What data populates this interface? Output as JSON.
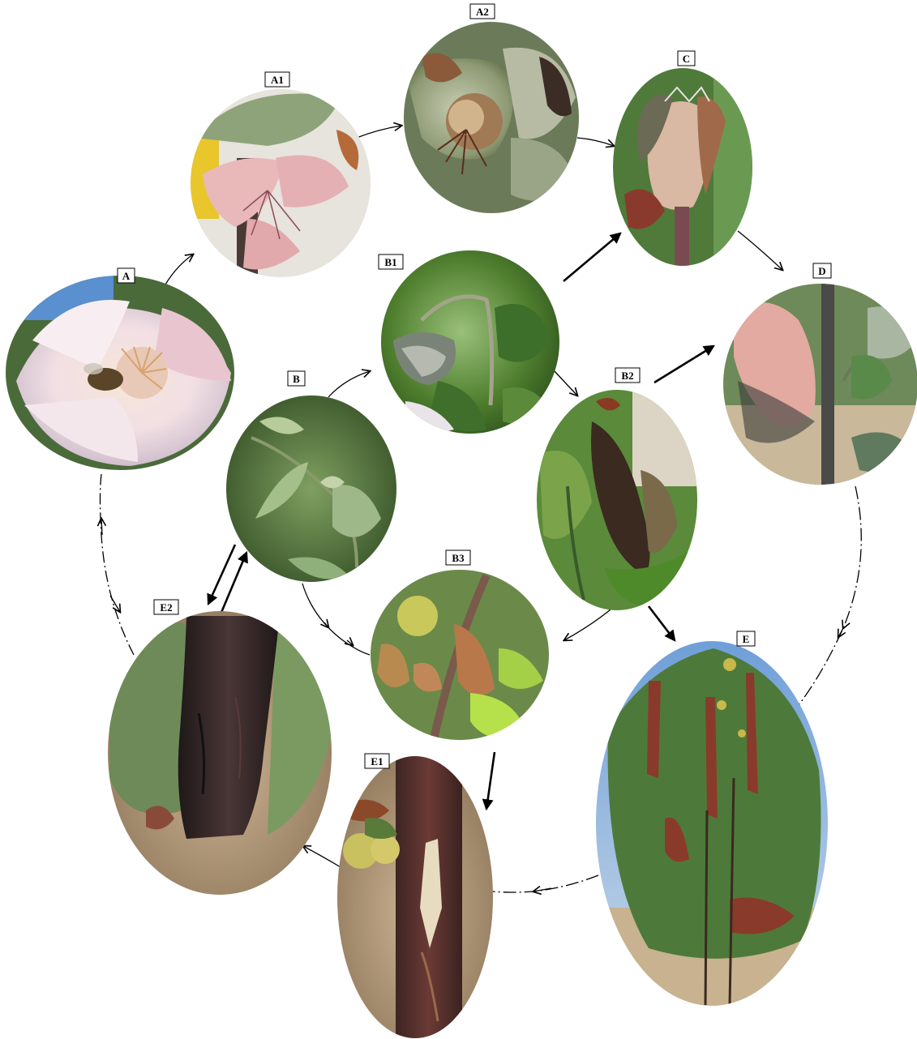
{
  "nodes": [
    {
      "id": "A",
      "label": "A",
      "scene": "flower-icon"
    },
    {
      "id": "A1",
      "label": "A1",
      "scene": "infected-flower-icon"
    },
    {
      "id": "A2",
      "label": "A2",
      "scene": "blighted-blossom-icon"
    },
    {
      "id": "C",
      "label": "C",
      "scene": "mummified-fruitlet-icon"
    },
    {
      "id": "D",
      "label": "D",
      "scene": "finger-on-twig-icon"
    },
    {
      "id": "B",
      "label": "B",
      "scene": "young-shoot-icon"
    },
    {
      "id": "B1",
      "label": "B1",
      "scene": "wilted-shoot-icon"
    },
    {
      "id": "B2",
      "label": "B2",
      "scene": "blackened-leaf-icon"
    },
    {
      "id": "B3",
      "label": "B3",
      "scene": "dead-leaves-branch-icon"
    },
    {
      "id": "E",
      "label": "E",
      "scene": "tree-with-blight-icon"
    },
    {
      "id": "E1",
      "label": "E1",
      "scene": "cankered-trunk-icon"
    },
    {
      "id": "E2",
      "label": "E2",
      "scene": "dark-trunk-base-icon"
    }
  ],
  "edges": [
    {
      "from": "A",
      "to": "A1",
      "style": "thin"
    },
    {
      "from": "A1",
      "to": "A2",
      "style": "thin"
    },
    {
      "from": "A2",
      "to": "C",
      "style": "thin"
    },
    {
      "from": "C",
      "to": "D",
      "style": "thin"
    },
    {
      "from": "D",
      "to": "E",
      "style": "dashed"
    },
    {
      "from": "E",
      "to": "E1",
      "style": "dashed"
    },
    {
      "from": "E1",
      "to": "E2",
      "style": "thin"
    },
    {
      "from": "E2",
      "to": "A",
      "style": "dashed-bidirectional"
    },
    {
      "from": "B",
      "to": "B1",
      "style": "thin"
    },
    {
      "from": "B1",
      "to": "B2",
      "style": "thin"
    },
    {
      "from": "B1",
      "to": "C",
      "style": "bold"
    },
    {
      "from": "B2",
      "to": "D",
      "style": "bold"
    },
    {
      "from": "B2",
      "to": "B3",
      "style": "thin"
    },
    {
      "from": "B2",
      "to": "E",
      "style": "bold"
    },
    {
      "from": "B3",
      "to": "E1",
      "style": "bold"
    },
    {
      "from": "B",
      "to": "B3",
      "style": "thin"
    },
    {
      "from": "B",
      "to": "E2",
      "style": "bold"
    },
    {
      "from": "E2",
      "to": "B",
      "style": "bold"
    }
  ],
  "colors": {
    "arrow": "#000000",
    "leaf_green": "#4f7f2e",
    "petal_pink": "#f3dde2",
    "bark_dark": "#3a2a2a",
    "blight_brown": "#7a3f22",
    "sky_blue": "#5a8fd0"
  }
}
